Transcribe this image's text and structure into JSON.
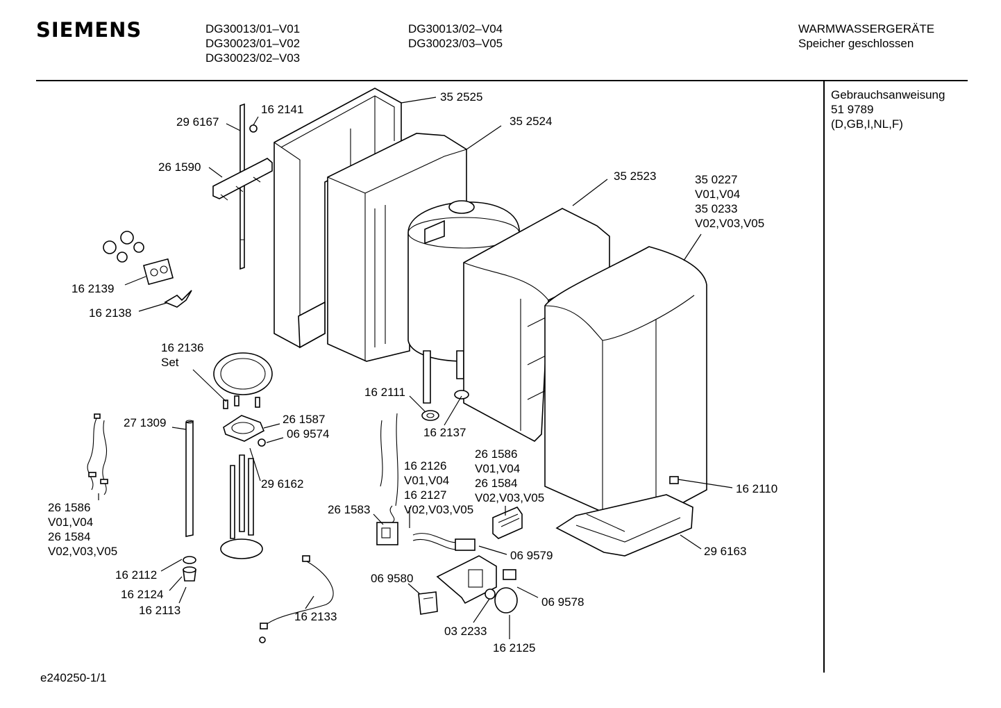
{
  "header": {
    "brand": "SIEMENS",
    "models_col1": [
      "DG30013/01–V01",
      "DG30023/01–V02",
      "DG30023/02–V03"
    ],
    "models_col2": [
      "DG30013/02–V04",
      "DG30023/03–V05"
    ],
    "category": "WARMWASSERGERÄTE",
    "subcategory": "Speicher geschlossen"
  },
  "sidebar": {
    "lines": [
      "Gebrauchsanweisung",
      "51 9789",
      "(D,GB,I,NL,F)"
    ]
  },
  "labels": {
    "p352525": "35 2525",
    "p162141": "16 2141",
    "p296167": "29 6167",
    "p352524": "35 2524",
    "p261590": "26 1590",
    "p352523": "35 2523",
    "p350227": "35 0227",
    "v01v04_a": "V01,V04",
    "p350233": "35 0233",
    "v02v03v05_a": "V02,V03,V05",
    "p162139": "16 2139",
    "p162138": "16 2138",
    "p162136": "16 2136",
    "set": "Set",
    "p162111": "16 2111",
    "p271309": "27 1309",
    "p261587": "26 1587",
    "p069574": "06 9574",
    "p162137": "16 2137",
    "p261586_b": "26 1586",
    "v01v04_b": "V01,V04",
    "p261584_b": "26 1584",
    "v02v03v05_b": "V02,V03,V05",
    "p162126": "16 2126",
    "v01v04_c": "V01,V04",
    "p162127": "16 2127",
    "v02v03v05_c": "V02,V03,V05",
    "p296162": "29 6162",
    "p162110": "16 2110",
    "p261586_a": "26 1586",
    "v01v04_d": "V01,V04",
    "p261584_a": "26 1584",
    "v02v03v05_d": "V02,V03,V05",
    "p261583": "26 1583",
    "p069579": "06 9579",
    "p296163": "29 6163",
    "p162112": "16 2112",
    "p162124": "16 2124",
    "p162113": "16 2113",
    "p069580": "06 9580",
    "p069578": "06 9578",
    "p162133": "16 2133",
    "p032233": "03 2233",
    "p162125": "16 2125"
  },
  "footer": {
    "code": "e240250-1/1"
  }
}
